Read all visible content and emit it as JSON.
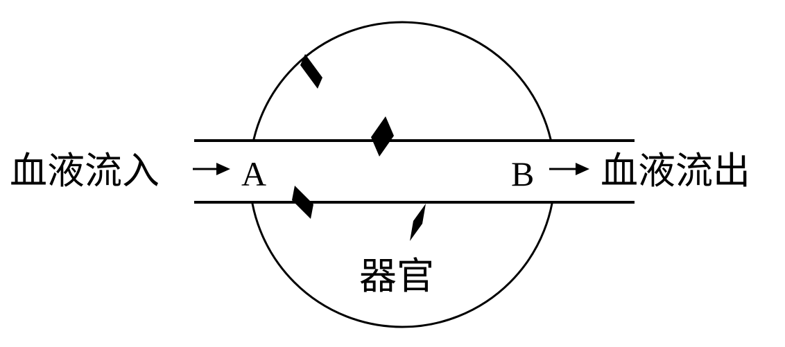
{
  "labels": {
    "inflow": "血液流入",
    "point_a": "A",
    "point_b": "B",
    "outflow": "血液流出",
    "organ": "器官"
  },
  "colors": {
    "line": "#000000",
    "background": "#ffffff"
  }
}
